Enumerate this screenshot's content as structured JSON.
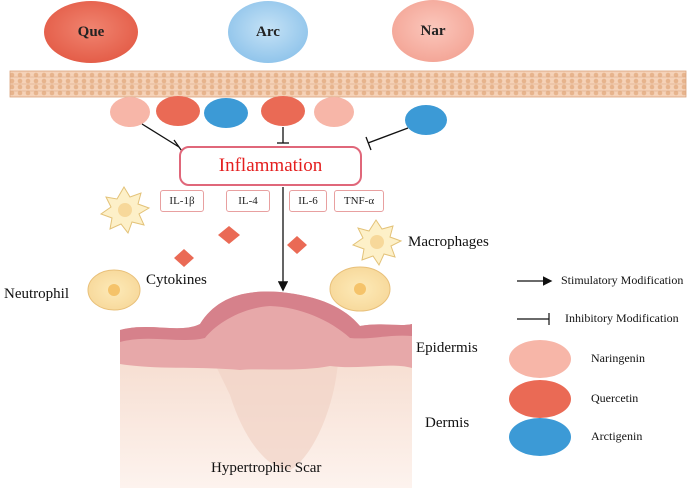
{
  "compounds": {
    "que": "Que",
    "arc": "Arc",
    "nar": "Nar"
  },
  "central": "Inflammation",
  "cytokines": [
    "IL-1β",
    "IL-4",
    "IL-6",
    "TNF-α"
  ],
  "labels": {
    "macrophages": "Macrophages",
    "cytokines": "Cytokines",
    "neutrophil": "Neutrophil",
    "epidermis": "Epidermis",
    "dermis": "Dermis",
    "scar": "Hypertrophic Scar"
  },
  "legend": {
    "stimulatory": "Stimulatory Modification",
    "inhibitory": "Inhibitory Modification",
    "naringenin": "Naringenin",
    "quercetin": "Quercetin",
    "arctigenin": "Arctigenin"
  },
  "colors": {
    "naringenin": "#f5b0a3",
    "quercetin": "#ea6a55",
    "arctigenin": "#3c9ad6",
    "arc_light": "#a9d1ef",
    "inflammation_text": "#e41e1e",
    "epidermis": "#e29ba0",
    "dermis": "#f9e8dc"
  }
}
